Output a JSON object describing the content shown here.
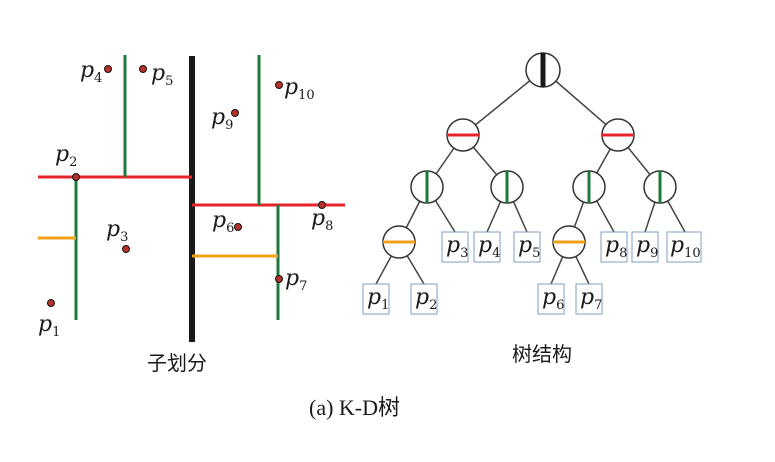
{
  "partition_caption": "子划分",
  "tree_caption": "树结构",
  "figure_caption": "(a) K-D树",
  "point_letter": "p",
  "points": [
    "1",
    "2",
    "3",
    "4",
    "5",
    "6",
    "7",
    "8",
    "9",
    "10"
  ],
  "leaves": [
    "1",
    "2",
    "3",
    "4",
    "5",
    "6",
    "7",
    "8",
    "9",
    "10"
  ],
  "colors": {
    "root_split": "#1a1a1a",
    "level2_split": "#e8242b",
    "level3_split": "#1f7a3a",
    "level4_split": "#f2a21a",
    "point_dot": "#b5322a",
    "leaf_border": "#7f9fc4"
  }
}
